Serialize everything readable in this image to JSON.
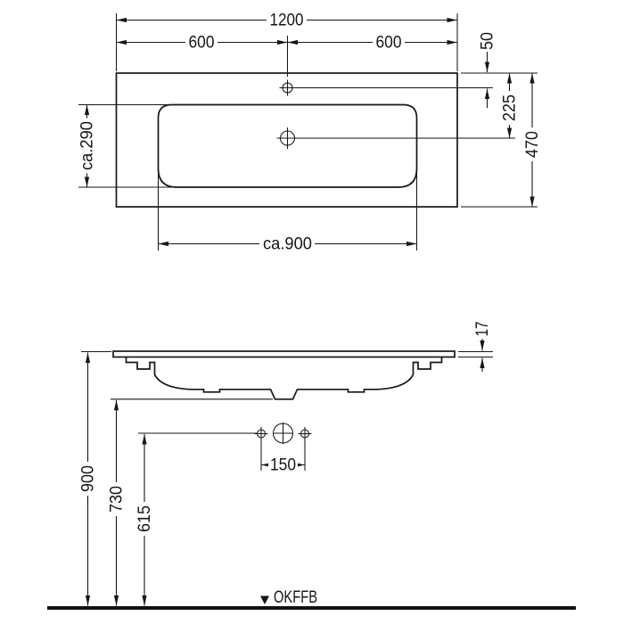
{
  "drawing": {
    "title": "washbasin-dimension-drawing",
    "line_color": "#161616",
    "background_color": "#ffffff"
  },
  "top_view": {
    "dim_total_width": "1200",
    "dim_half_left": "600",
    "dim_half_right": "600",
    "dim_tap_hole_offset": "50",
    "dim_drain_offset": "225",
    "dim_total_depth": "470",
    "dim_basin_depth": "ca.290",
    "dim_basin_width": "ca.900"
  },
  "front_view": {
    "dim_rim_thickness": "17",
    "dim_tap_hole_spacing": "150",
    "dim_rim_height": "900",
    "dim_outlet_height": "730",
    "dim_side_hole_height": "615",
    "floor_label": "OKFFB"
  }
}
